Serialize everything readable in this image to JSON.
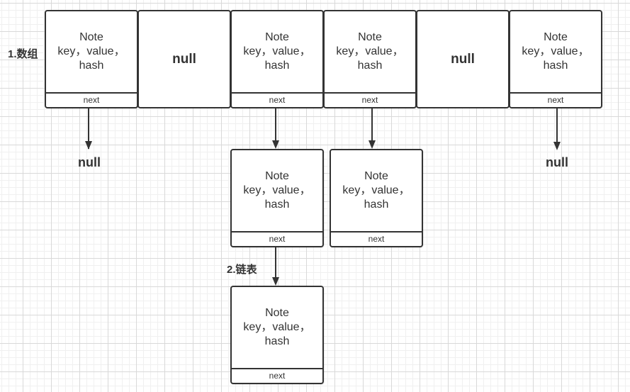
{
  "diagram": {
    "title": "",
    "section_array_label": "1.数组",
    "section_list_label": "2.链表",
    "node": {
      "line1": "Note",
      "line2": "key，value，",
      "line3": "hash",
      "next_label": "next"
    },
    "null_label": "null",
    "colors": {
      "stroke": "#333333",
      "text": "#333333",
      "background": "#ffffff",
      "grid": "#d9d9d9"
    }
  }
}
